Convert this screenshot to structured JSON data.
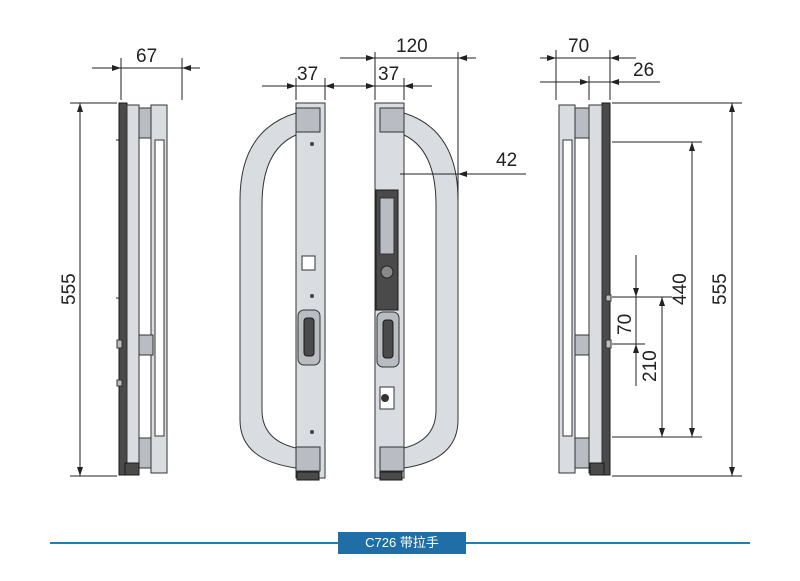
{
  "dimensions": {
    "left_width": "67",
    "left_height": "555",
    "handle_width": "37",
    "lock_width": "37",
    "overall_depth": "120",
    "offset": "42",
    "right_width": "70",
    "right_inner": "26",
    "right_height": "555",
    "hole_spacing": "440",
    "upper_offset": "70",
    "lower_offset": "210"
  },
  "footer": {
    "label": "C726 带拉手"
  },
  "colors": {
    "accent": "#1f7fb5",
    "label_bg": "#1f6fa6"
  }
}
